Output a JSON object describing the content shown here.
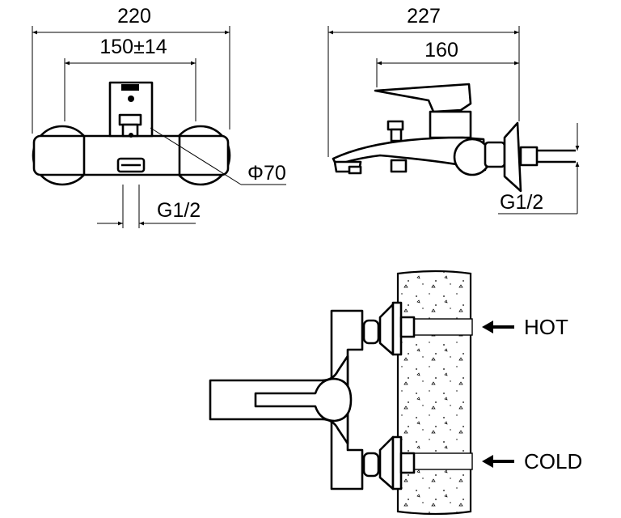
{
  "front_view": {
    "overall_width": "220",
    "centre_distance": "150±14",
    "flange_diameter": "Φ70",
    "inlet_thread": "G1/2"
  },
  "side_view": {
    "overall_depth": "227",
    "spout_depth": "160",
    "inlet_thread": "G1/2"
  },
  "installation_view": {
    "hot_label": "HOT",
    "cold_label": "COLD"
  }
}
